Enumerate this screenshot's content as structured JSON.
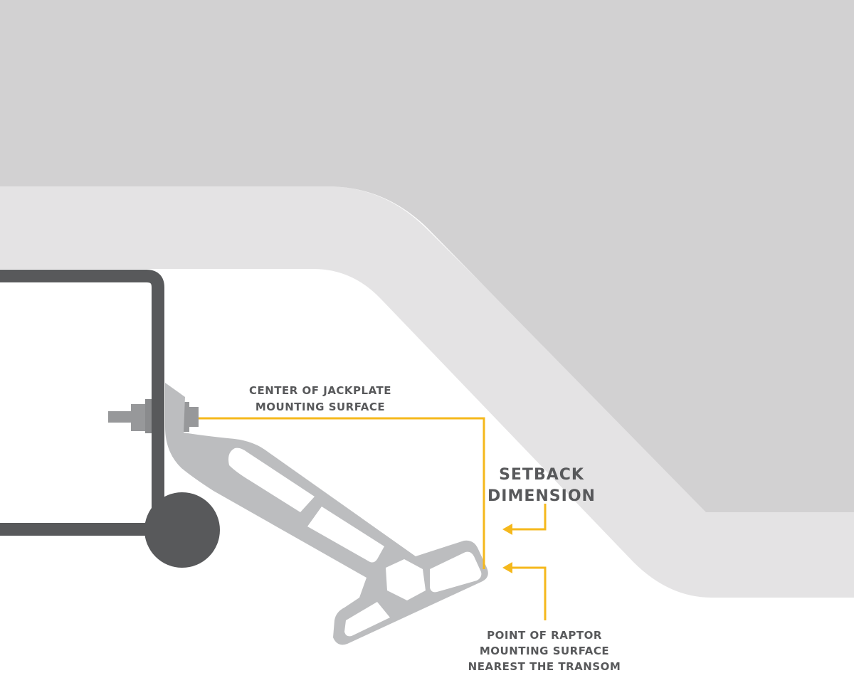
{
  "labels": {
    "center_line1": "CENTER OF JACKPLATE",
    "center_line2": "MOUNTING SURFACE",
    "setback_line1": "SETBACK",
    "setback_line2": "DIMENSION",
    "point_line1": "POINT OF RAPTOR",
    "point_line2": "MOUNTING SURFACE",
    "point_line3": "NEAREST THE TRANSOM"
  },
  "colors": {
    "hull_dark": "#d2d1d2",
    "hull_light": "#e4e3e4",
    "jackplate_frame": "#58595b",
    "bracket": "#bcbdbf",
    "bolt": "#97989a",
    "dimension_line": "#f5b81c",
    "text": "#58595b"
  }
}
